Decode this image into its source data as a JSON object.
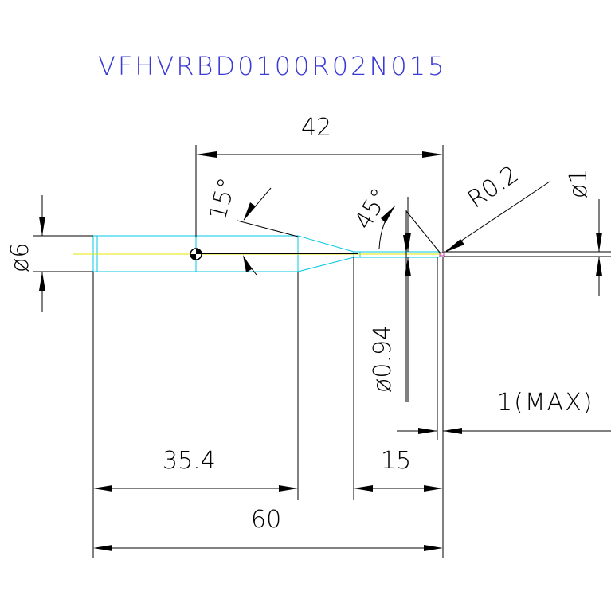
{
  "drawing": {
    "part_number": "VFHVRBD0100R02N015",
    "dims": {
      "overall_length": "60",
      "neck_position": "42",
      "shank_length": "35.4",
      "neck_length": "15",
      "shank_diameter": "ø6",
      "tip_diameter": "ø1",
      "neck_diameter": "ø0.94",
      "corner_radius": "R0.2",
      "taper_angle_1": "15°",
      "taper_angle_2": "45°",
      "flat_length": "1(MAX)"
    },
    "colors": {
      "title": "#3a3ad6",
      "outline": "#00c8e6",
      "centerline": "#e6e600",
      "dimension": "#000000"
    }
  }
}
